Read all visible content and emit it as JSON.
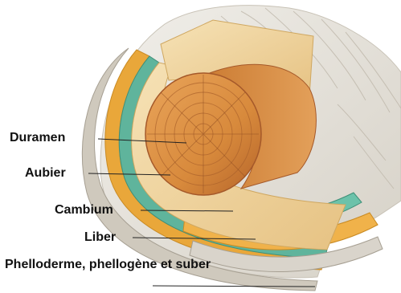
{
  "labels": {
    "duramen": "Duramen",
    "aubier": "Aubier",
    "cambium": "Cambium",
    "liber": "Liber",
    "bark": "Phelloderme, phellogène et suber"
  },
  "colors": {
    "bark": "#e4e1db",
    "bark_shadow": "#b9b3a8",
    "liber": "#e9a73a",
    "cambium": "#5fb49c",
    "sapwood": "#efd29a",
    "heartwood": "#d88a3c",
    "heartwood_dark": "#b5642a",
    "leader_line": "#222222"
  },
  "icons": {
    "log": "tree-trunk-cross-section-illustration"
  }
}
